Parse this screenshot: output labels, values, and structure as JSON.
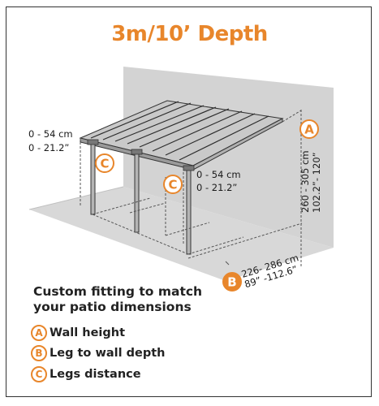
{
  "title": "3m/10’ Depth",
  "accent_color": "#e8862b",
  "measurements": {
    "gutter_height_cm": "0 - 54 cm",
    "gutter_height_in": "0 - 21.2”",
    "leg_extension_cm": "0 - 54 cm",
    "leg_extension_in": "0 - 21.2”",
    "wall_height_cm": "260 - 305 cm",
    "wall_height_in": "102.2”- 120”",
    "depth_cm": "226- 286 cm",
    "depth_in": "89” -112.6”"
  },
  "badges": {
    "a": "A",
    "b": "B",
    "c": "C"
  },
  "caption": {
    "line1": "Custom fitting to match",
    "line2": "your patio dimensions"
  },
  "legend": [
    {
      "letter": "A",
      "label": "Wall height"
    },
    {
      "letter": "B",
      "label": "Leg to wall depth"
    },
    {
      "letter": "C",
      "label": "Legs distance"
    }
  ]
}
